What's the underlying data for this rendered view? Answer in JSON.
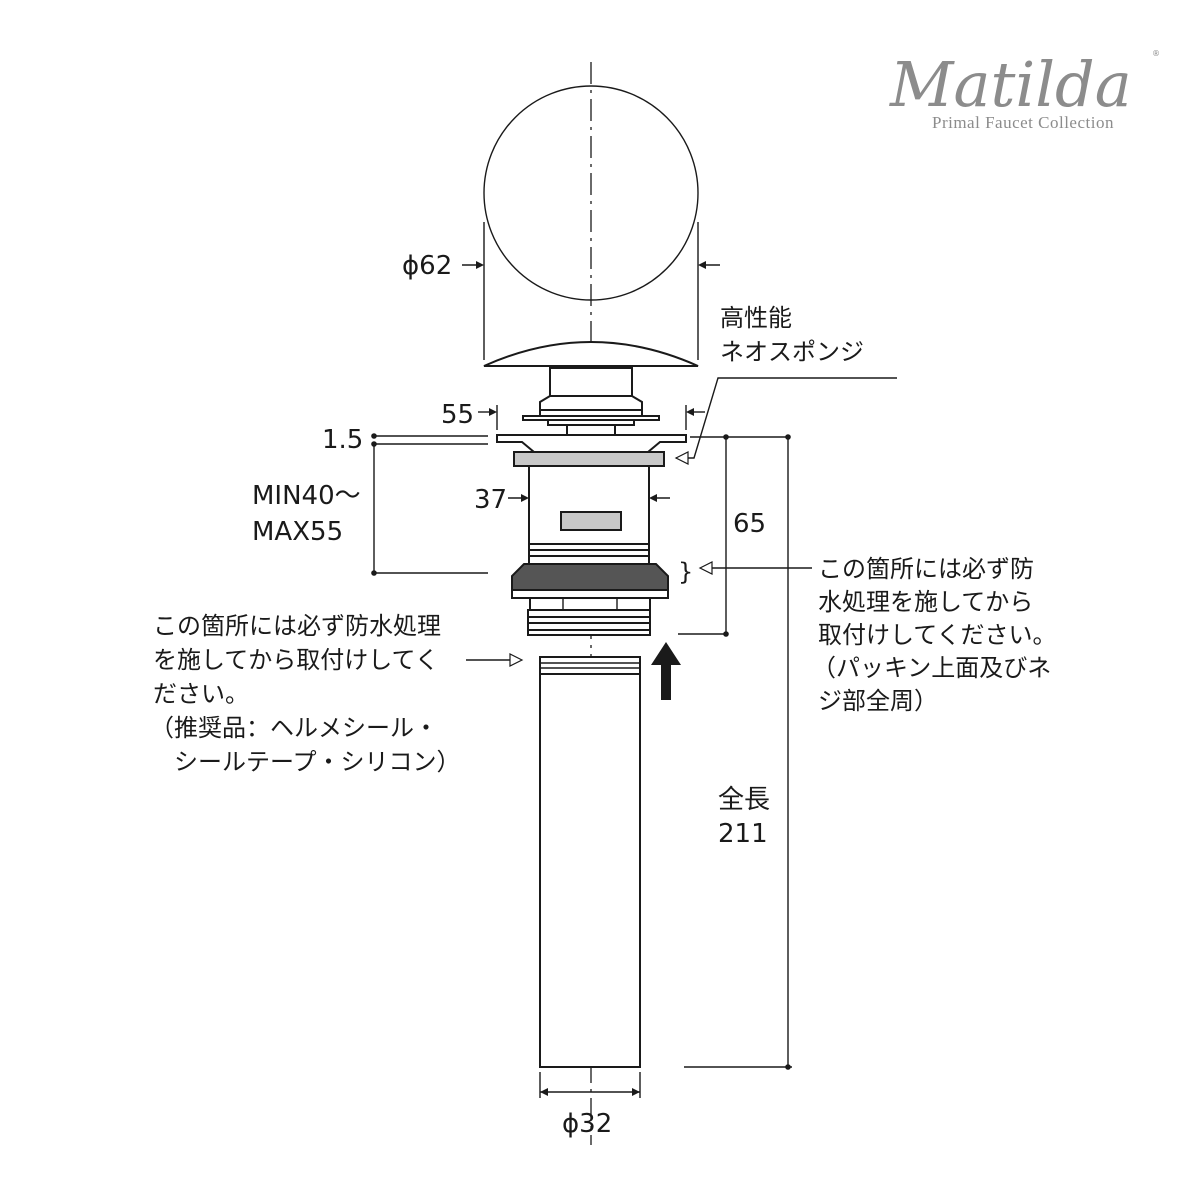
{
  "logo": {
    "name": "Matilda",
    "tagline": "Primal Faucet Collection",
    "registered": "®"
  },
  "dimensions": {
    "cap_diameter": "ϕ62",
    "flange_width": "55",
    "flange_thickness": "1.5",
    "thickness_range_min": "MIN40～",
    "thickness_range_max": "MAX55",
    "body_diameter": "37",
    "upper_height": "65",
    "total_length_label": "全長",
    "total_length_value": "211",
    "pipe_diameter": "ϕ32"
  },
  "labels": {
    "sponge": [
      "高性能",
      "ネオスポンジ"
    ],
    "right_note": [
      "この箇所には必ず防",
      "水処理を施してから",
      "取付けしてください。",
      "（パッキン上面及びネ",
      "ジ部全周）"
    ],
    "left_note": [
      "この箇所には必ず防水処理",
      "を施してから取付けしてく",
      "ださい。",
      "（推奨品：ヘルメシール・",
      "　シールテープ・シリコン）"
    ]
  }
}
